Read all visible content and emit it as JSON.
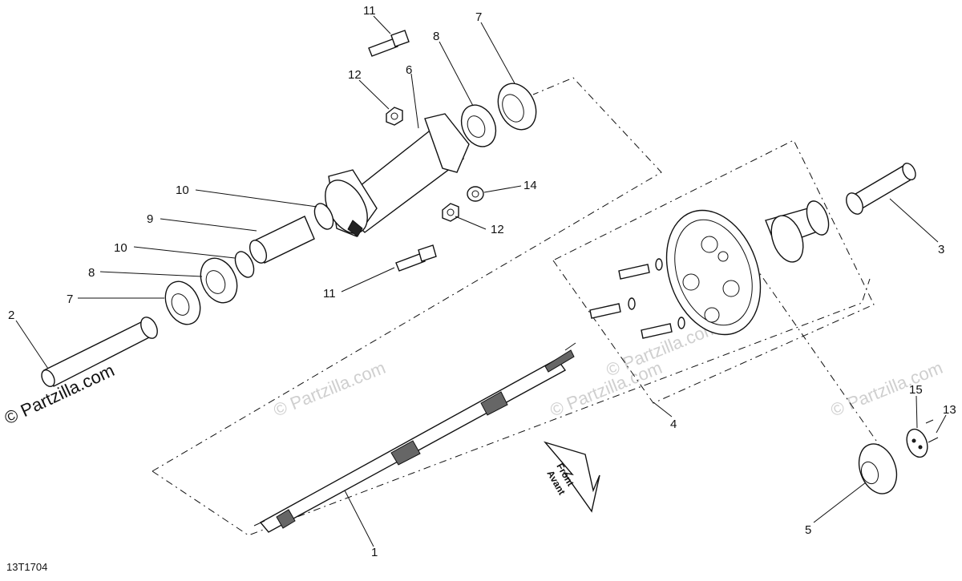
{
  "diagram": {
    "figure_code": "13T1704",
    "copyright": "© Partzilla.com",
    "watermark": "© Partzilla.com",
    "direction_arrow": {
      "line1": "Front",
      "line2": "Avant"
    }
  },
  "callouts": [
    {
      "id": "c1",
      "label": "1"
    },
    {
      "id": "c2",
      "label": "2"
    },
    {
      "id": "c3",
      "label": "3"
    },
    {
      "id": "c4",
      "label": "4"
    },
    {
      "id": "c5",
      "label": "5"
    },
    {
      "id": "c6",
      "label": "6"
    },
    {
      "id": "c7a",
      "label": "7"
    },
    {
      "id": "c7b",
      "label": "7"
    },
    {
      "id": "c8a",
      "label": "8"
    },
    {
      "id": "c8b",
      "label": "8"
    },
    {
      "id": "c9",
      "label": "9"
    },
    {
      "id": "c10a",
      "label": "10"
    },
    {
      "id": "c10b",
      "label": "10"
    },
    {
      "id": "c11a",
      "label": "11"
    },
    {
      "id": "c11b",
      "label": "11"
    },
    {
      "id": "c12a",
      "label": "12"
    },
    {
      "id": "c12b",
      "label": "12"
    },
    {
      "id": "c13",
      "label": "13"
    },
    {
      "id": "c14",
      "label": "14"
    },
    {
      "id": "c15",
      "label": "15"
    }
  ]
}
